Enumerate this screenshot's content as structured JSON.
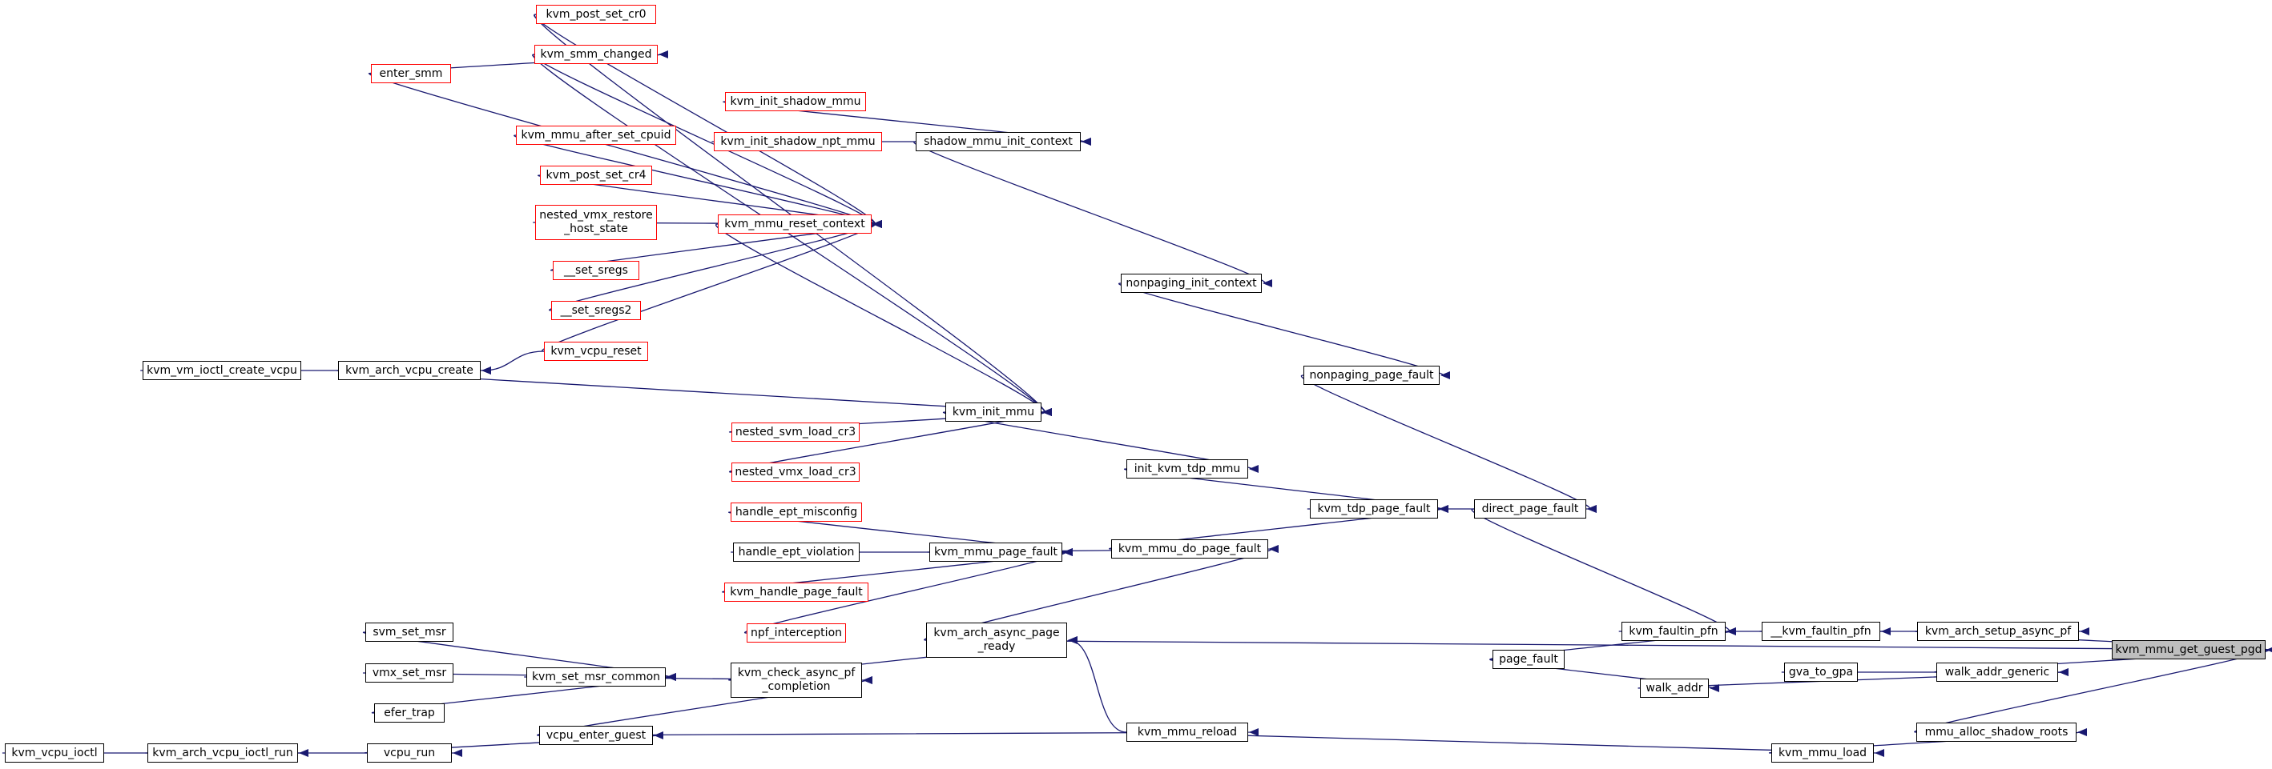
{
  "colors": {
    "edge": "#191970",
    "node_border": "#000000",
    "node_border_truncated": "#ff0000",
    "root_fill": "#bfbfbf"
  },
  "nodes": [
    {
      "id": "root",
      "label": "kvm_mmu_get_guest_pgd",
      "style": "root"
    },
    {
      "id": "setup_async",
      "label": "kvm_arch_setup_async_pf",
      "style": "black"
    },
    {
      "id": "walk_generic",
      "label": "walk_addr_generic",
      "style": "black"
    },
    {
      "id": "alloc_shadow",
      "label": "mmu_alloc_shadow_roots",
      "style": "black"
    },
    {
      "id": "__faultin",
      "label": "__kvm_faultin_pfn",
      "style": "black"
    },
    {
      "id": "gva_to_gpa",
      "label": "gva_to_gpa",
      "style": "black"
    },
    {
      "id": "walk_addr",
      "label": "walk_addr",
      "style": "black"
    },
    {
      "id": "mmu_load",
      "label": "kvm_mmu_load",
      "style": "black"
    },
    {
      "id": "faultin",
      "label": "kvm_faultin_pfn",
      "style": "black"
    },
    {
      "id": "page_fault",
      "label": "page_fault",
      "style": "black"
    },
    {
      "id": "direct_pf",
      "label": "direct_page_fault",
      "style": "black"
    },
    {
      "id": "nonpaging_pf",
      "label": "nonpaging_page_fault",
      "style": "black"
    },
    {
      "id": "tdp_pf",
      "label": "kvm_tdp_page_fault",
      "style": "black"
    },
    {
      "id": "nonpaging_init",
      "label": "nonpaging_init_context",
      "style": "black"
    },
    {
      "id": "shadow_init",
      "label": "shadow_mmu_init_context",
      "style": "black"
    },
    {
      "id": "init_tdp",
      "label": "init_kvm_tdp_mmu",
      "style": "black"
    },
    {
      "id": "do_pf",
      "label": "kvm_mmu_do_page_fault",
      "style": "black"
    },
    {
      "id": "mmu_reload",
      "label": "kvm_mmu_reload",
      "style": "black"
    },
    {
      "id": "async_ready",
      "label": "kvm_arch_async_page\n_ready",
      "style": "black"
    },
    {
      "id": "init_mmu",
      "label": "kvm_init_mmu",
      "style": "black"
    },
    {
      "id": "mmu_pf",
      "label": "kvm_mmu_page_fault",
      "style": "black"
    },
    {
      "id": "check_async",
      "label": "kvm_check_async_pf\n_completion",
      "style": "black"
    },
    {
      "id": "reset_ctx",
      "label": "kvm_mmu_reset_context",
      "style": "red"
    },
    {
      "id": "init_shadow",
      "label": "kvm_init_shadow_mmu",
      "style": "red"
    },
    {
      "id": "init_shadow_npt",
      "label": "kvm_init_shadow_npt_mmu",
      "style": "red"
    },
    {
      "id": "post_cr0",
      "label": "kvm_post_set_cr0",
      "style": "red"
    },
    {
      "id": "smm_changed",
      "label": "kvm_smm_changed",
      "style": "red"
    },
    {
      "id": "after_cpuid",
      "label": "kvm_mmu_after_set_cpuid",
      "style": "red"
    },
    {
      "id": "post_cr4",
      "label": "kvm_post_set_cr4",
      "style": "red"
    },
    {
      "id": "nested_vmx_restore",
      "label": "nested_vmx_restore\n_host_state",
      "style": "red"
    },
    {
      "id": "set_sregs",
      "label": "__set_sregs",
      "style": "red"
    },
    {
      "id": "set_sregs2",
      "label": "__set_sregs2",
      "style": "red"
    },
    {
      "id": "vcpu_reset",
      "label": "kvm_vcpu_reset",
      "style": "red"
    },
    {
      "id": "nested_svm_cr3",
      "label": "nested_svm_load_cr3",
      "style": "red"
    },
    {
      "id": "nested_vmx_cr3",
      "label": "nested_vmx_load_cr3",
      "style": "red"
    },
    {
      "id": "ept_misconfig",
      "label": "handle_ept_misconfig",
      "style": "red"
    },
    {
      "id": "ept_violation",
      "label": "handle_ept_violation",
      "style": "black"
    },
    {
      "id": "handle_pf",
      "label": "kvm_handle_page_fault",
      "style": "red"
    },
    {
      "id": "npf",
      "label": "npf_interception",
      "style": "red"
    },
    {
      "id": "set_msr_common",
      "label": "kvm_set_msr_common",
      "style": "black"
    },
    {
      "id": "vcpu_enter",
      "label": "vcpu_enter_guest",
      "style": "black"
    },
    {
      "id": "enter_smm",
      "label": "enter_smm",
      "style": "red"
    },
    {
      "id": "arch_vcpu_create",
      "label": "kvm_arch_vcpu_create",
      "style": "black"
    },
    {
      "id": "vm_ioctl_create",
      "label": "kvm_vm_ioctl_create_vcpu",
      "style": "black"
    },
    {
      "id": "svm_set_msr",
      "label": "svm_set_msr",
      "style": "black"
    },
    {
      "id": "vmx_set_msr",
      "label": "vmx_set_msr",
      "style": "black"
    },
    {
      "id": "efer_trap",
      "label": "efer_trap",
      "style": "black"
    },
    {
      "id": "vcpu_run",
      "label": "vcpu_run",
      "style": "black"
    },
    {
      "id": "arch_ioctl_run",
      "label": "kvm_arch_vcpu_ioctl_run",
      "style": "black"
    },
    {
      "id": "vcpu_ioctl",
      "label": "kvm_vcpu_ioctl",
      "style": "black"
    }
  ],
  "edges": [
    [
      "setup_async",
      "root"
    ],
    [
      "walk_generic",
      "root"
    ],
    [
      "alloc_shadow",
      "root"
    ],
    [
      "async_ready",
      "root"
    ],
    [
      "__faultin",
      "setup_async"
    ],
    [
      "faultin",
      "__faultin"
    ],
    [
      "page_fault",
      "faultin"
    ],
    [
      "direct_pf",
      "faultin"
    ],
    [
      "gva_to_gpa",
      "walk_generic"
    ],
    [
      "walk_addr",
      "walk_generic"
    ],
    [
      "page_fault",
      "walk_addr"
    ],
    [
      "mmu_load",
      "alloc_shadow"
    ],
    [
      "mmu_reload",
      "mmu_load"
    ],
    [
      "nonpaging_pf",
      "direct_pf"
    ],
    [
      "tdp_pf",
      "direct_pf"
    ],
    [
      "nonpaging_init",
      "nonpaging_pf"
    ],
    [
      "shadow_init",
      "nonpaging_init"
    ],
    [
      "init_shadow",
      "shadow_init"
    ],
    [
      "init_shadow_npt",
      "shadow_init"
    ],
    [
      "init_tdp",
      "tdp_pf"
    ],
    [
      "do_pf",
      "tdp_pf"
    ],
    [
      "init_mmu",
      "init_tdp"
    ],
    [
      "reset_ctx",
      "init_mmu"
    ],
    [
      "arch_vcpu_create",
      "init_mmu"
    ],
    [
      "nested_svm_cr3",
      "init_mmu"
    ],
    [
      "nested_vmx_cr3",
      "init_mmu"
    ],
    [
      "post_cr0",
      "init_mmu"
    ],
    [
      "smm_changed",
      "init_mmu"
    ],
    [
      "post_cr0",
      "reset_ctx"
    ],
    [
      "smm_changed",
      "reset_ctx"
    ],
    [
      "after_cpuid",
      "reset_ctx"
    ],
    [
      "post_cr4",
      "reset_ctx"
    ],
    [
      "nested_vmx_restore",
      "reset_ctx"
    ],
    [
      "set_sregs",
      "reset_ctx"
    ],
    [
      "set_sregs2",
      "reset_ctx"
    ],
    [
      "vcpu_reset",
      "reset_ctx"
    ],
    [
      "enter_smm",
      "smm_changed"
    ],
    [
      "enter_smm",
      "reset_ctx"
    ],
    [
      "vcpu_reset",
      "arch_vcpu_create"
    ],
    [
      "vm_ioctl_create",
      "arch_vcpu_create"
    ],
    [
      "mmu_pf",
      "do_pf"
    ],
    [
      "async_ready",
      "do_pf"
    ],
    [
      "ept_misconfig",
      "mmu_pf"
    ],
    [
      "ept_violation",
      "mmu_pf"
    ],
    [
      "handle_pf",
      "mmu_pf"
    ],
    [
      "npf",
      "mmu_pf"
    ],
    [
      "check_async",
      "async_ready"
    ],
    [
      "mmu_reload",
      "async_ready"
    ],
    [
      "set_msr_common",
      "check_async"
    ],
    [
      "vcpu_enter",
      "check_async"
    ],
    [
      "vcpu_enter",
      "mmu_reload"
    ],
    [
      "svm_set_msr",
      "set_msr_common"
    ],
    [
      "vmx_set_msr",
      "set_msr_common"
    ],
    [
      "efer_trap",
      "set_msr_common"
    ],
    [
      "vcpu_run",
      "vcpu_enter"
    ],
    [
      "arch_ioctl_run",
      "vcpu_run"
    ],
    [
      "vcpu_ioctl",
      "arch_ioctl_run"
    ]
  ]
}
